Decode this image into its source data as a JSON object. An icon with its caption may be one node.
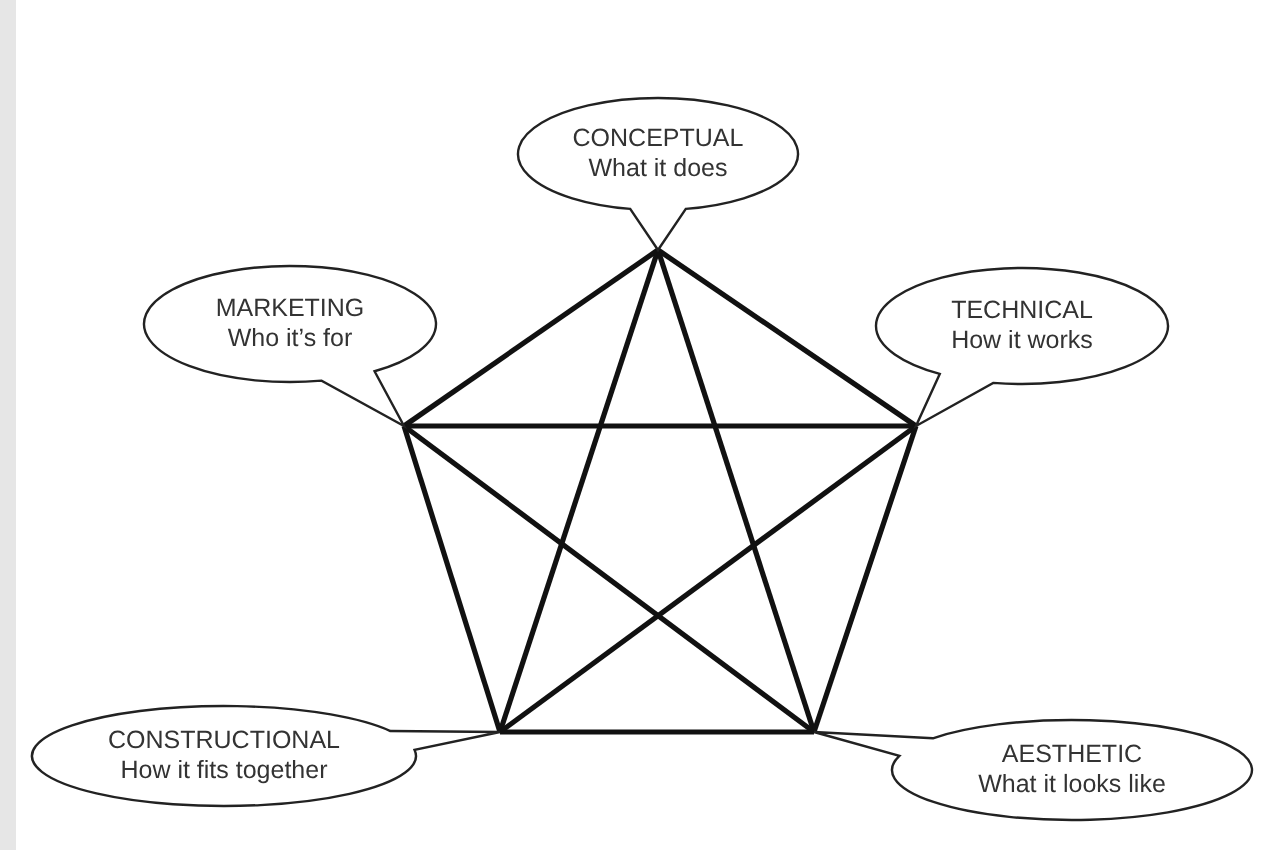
{
  "diagram": {
    "nodes": [
      {
        "text": [
          "CONCEPTUAL",
          "What it does"
        ]
      },
      {
        "text": [
          "MARKETING",
          "Who it’s for"
        ]
      },
      {
        "text": [
          "TECHNICAL",
          "How it works"
        ]
      },
      {
        "text": [
          "CONSTRUCTIONAL",
          "How it fits together"
        ]
      },
      {
        "text": [
          "AESTHETIC",
          "What it looks like"
        ]
      }
    ],
    "edges": [
      {
        "from": 0,
        "to": 1,
        "arrow": "none"
      },
      {
        "from": 0,
        "to": 2,
        "arrow": "none"
      },
      {
        "from": 0,
        "to": 3,
        "arrow": "none"
      },
      {
        "from": 0,
        "to": 4,
        "arrow": "none"
      },
      {
        "from": 1,
        "to": 2,
        "arrow": "none"
      },
      {
        "from": 1,
        "to": 3,
        "arrow": "none"
      },
      {
        "from": 1,
        "to": 4,
        "arrow": "none"
      },
      {
        "from": 2,
        "to": 3,
        "arrow": "none"
      },
      {
        "from": 2,
        "to": 4,
        "arrow": "none"
      },
      {
        "from": 3,
        "to": 4,
        "arrow": "none"
      }
    ]
  }
}
